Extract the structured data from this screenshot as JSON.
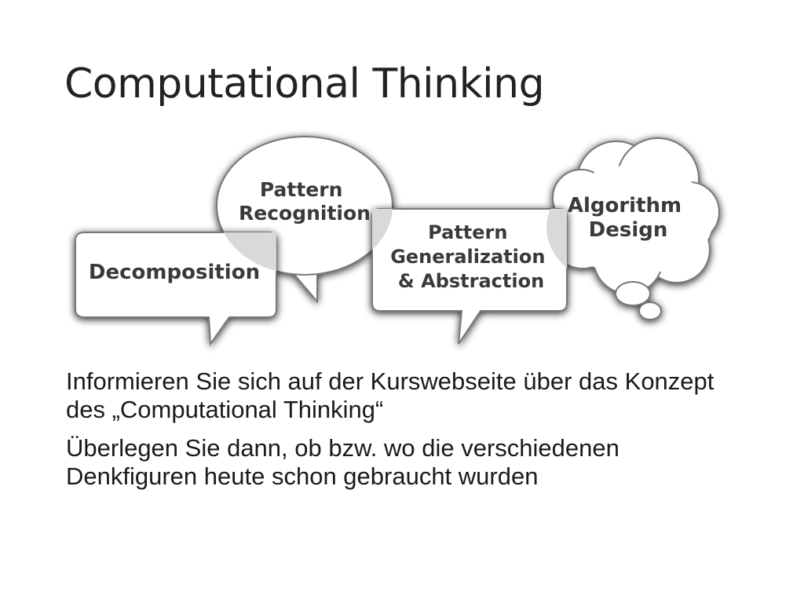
{
  "slide": {
    "title": "Computational Thinking",
    "paragraphs": [
      "Informieren Sie sich auf der Kurswebseite über das Konzept des „Computational Thinking“",
      "Überlegen Sie dann, ob bzw. wo die verschiedenen Denkfiguren heute schon gebraucht wurden"
    ]
  },
  "diagram": {
    "bubbles": {
      "decomposition": {
        "lines": [
          "Decomposition"
        ]
      },
      "pattern_recognition": {
        "lines": [
          "Pattern",
          "Recognition"
        ]
      },
      "generalization": {
        "lines": [
          "Pattern",
          "Generalization",
          "& Abstraction"
        ]
      },
      "algorithm_design": {
        "lines": [
          "Algorithm",
          "Design"
        ]
      }
    },
    "colors": {
      "bubble_fill": "#ffffff",
      "bubble_edge": "#6b6b6b",
      "bubble_overlap": "#d9d9d9",
      "text": "#3a3a3a"
    }
  }
}
